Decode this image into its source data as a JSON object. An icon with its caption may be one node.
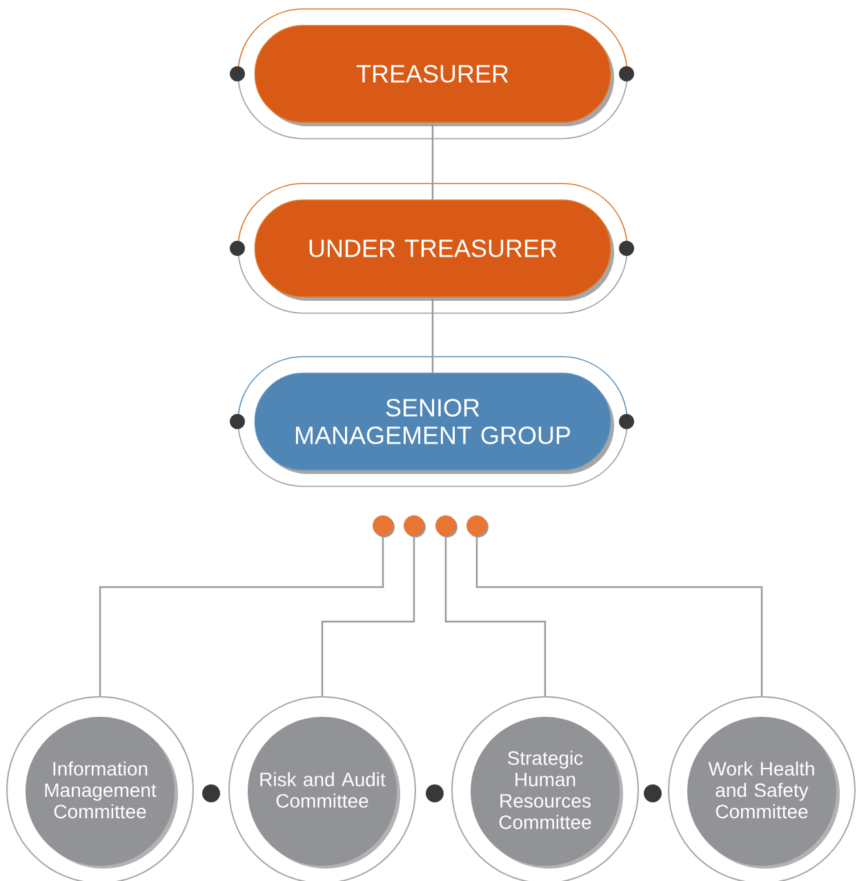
{
  "diagram": {
    "nodes": [
      {
        "text": [
          "TREASURER"
        ]
      },
      {
        "text": [
          "UNDER TREASURER"
        ]
      },
      {
        "text": [
          "SENIOR MANAGEMENT GROUP"
        ]
      },
      {
        "text": [],
        "shape": "circle"
      },
      {
        "text": [],
        "shape": "circle"
      },
      {
        "text": [],
        "shape": "circle"
      },
      {
        "text": [],
        "shape": "circle"
      },
      {
        "text": [
          "Information Management Committee"
        ]
      },
      {
        "text": [
          "Risk and Audit Committee"
        ]
      },
      {
        "text": [
          "Strategic Human Resources Committee"
        ]
      },
      {
        "text": [
          "Work Health and Safety Committee"
        ]
      }
    ],
    "edges": [
      {
        "from": 0,
        "to": 1,
        "arrow": "none"
      },
      {
        "from": 1,
        "to": 2,
        "arrow": "none"
      },
      {
        "from": 3,
        "to": 7,
        "arrow": "none"
      },
      {
        "from": 4,
        "to": 8,
        "arrow": "none"
      },
      {
        "from": 5,
        "to": 9,
        "arrow": "none"
      },
      {
        "from": 6,
        "to": 10,
        "arrow": "none"
      }
    ]
  }
}
